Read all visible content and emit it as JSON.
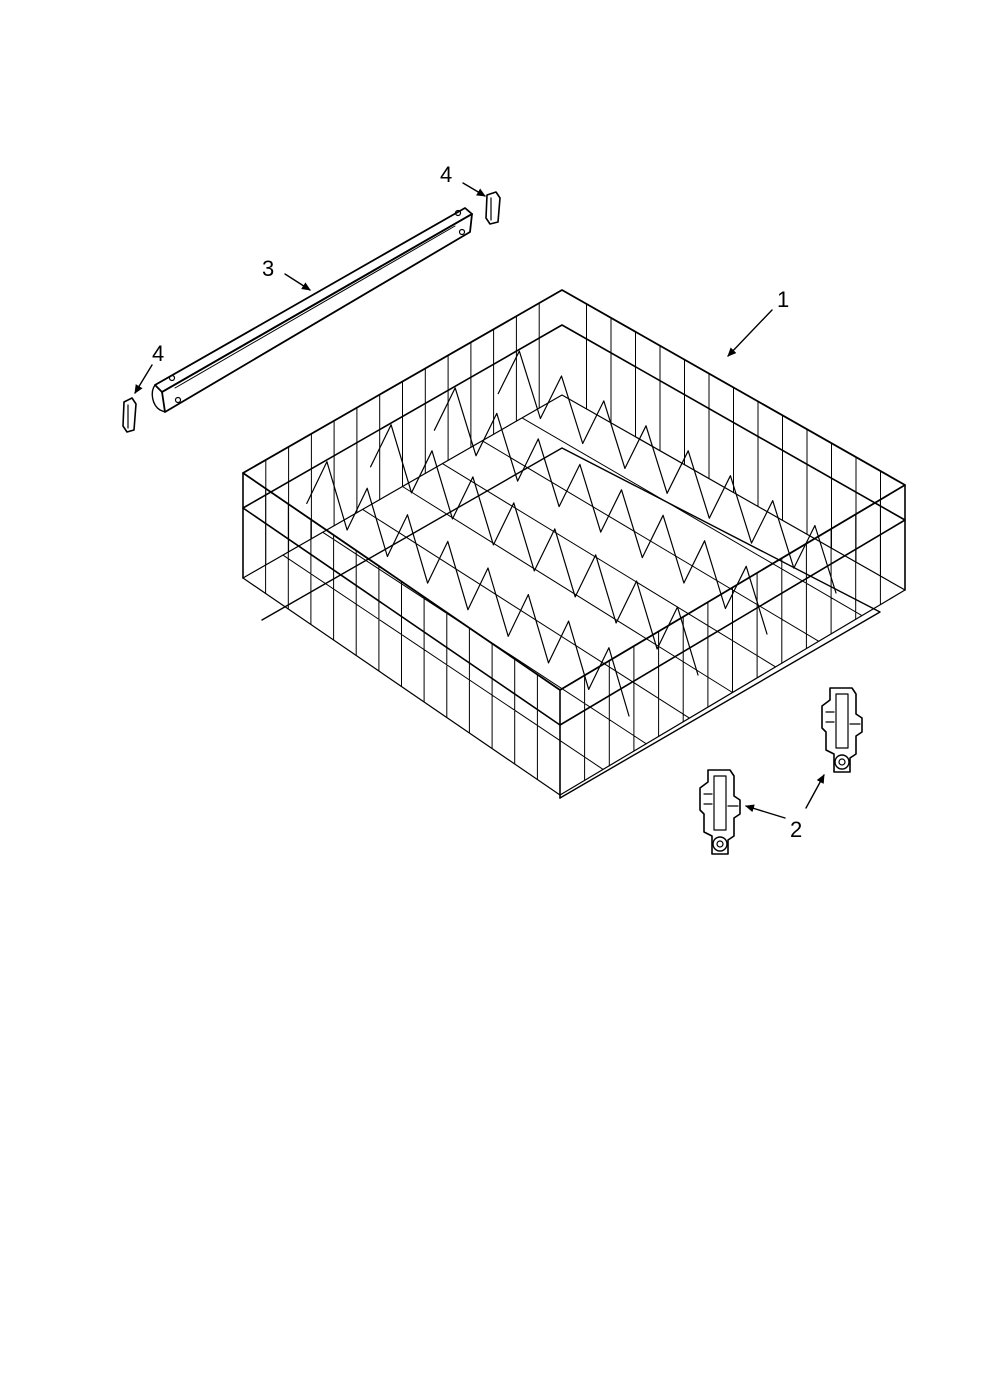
{
  "diagram": {
    "callouts": {
      "rack": "1",
      "adjuster": "2",
      "rail": "3",
      "end_cap_top": "4",
      "end_cap_left": "4"
    }
  }
}
